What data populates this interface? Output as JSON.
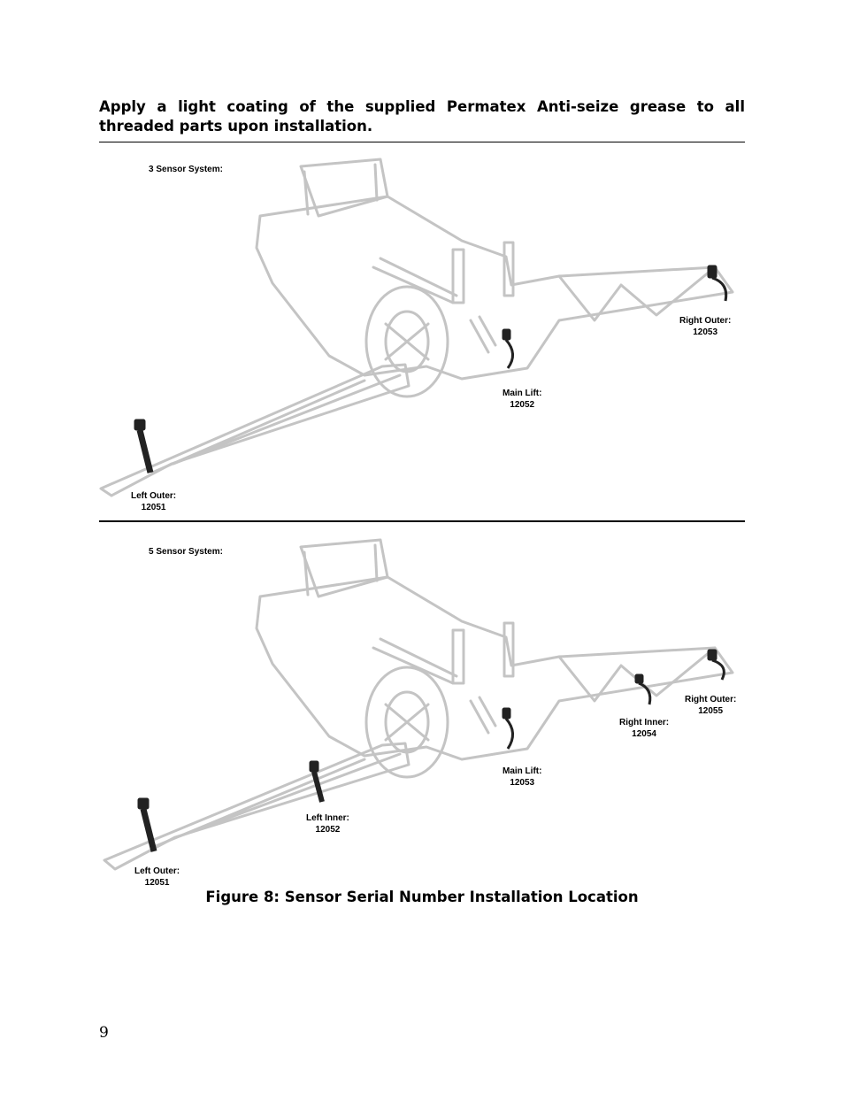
{
  "intro_text": "Apply a light coating of the supplied Permatex Anti-seize grease to all threaded parts upon installation.",
  "panels": [
    {
      "title": "3 Sensor System:",
      "callouts": [
        {
          "label": "Right Outer:",
          "serial": "12053"
        },
        {
          "label": "Main Lift:",
          "serial": "12052"
        },
        {
          "label": "Left Outer:",
          "serial": "12051"
        }
      ]
    },
    {
      "title": "5 Sensor System:",
      "callouts": [
        {
          "label": "Right Outer:",
          "serial": "12055"
        },
        {
          "label": "Right Inner:",
          "serial": "12054"
        },
        {
          "label": "Main Lift:",
          "serial": "12053"
        },
        {
          "label": "Left Inner:",
          "serial": "12052"
        },
        {
          "label": "Left Outer:",
          "serial": "12051"
        }
      ]
    }
  ],
  "figure_caption": "Figure 8: Sensor Serial Number Installation Location",
  "page_number": "9",
  "colors": {
    "outline": "#c4c4c4",
    "sensor": "#222222",
    "text": "#000000"
  }
}
